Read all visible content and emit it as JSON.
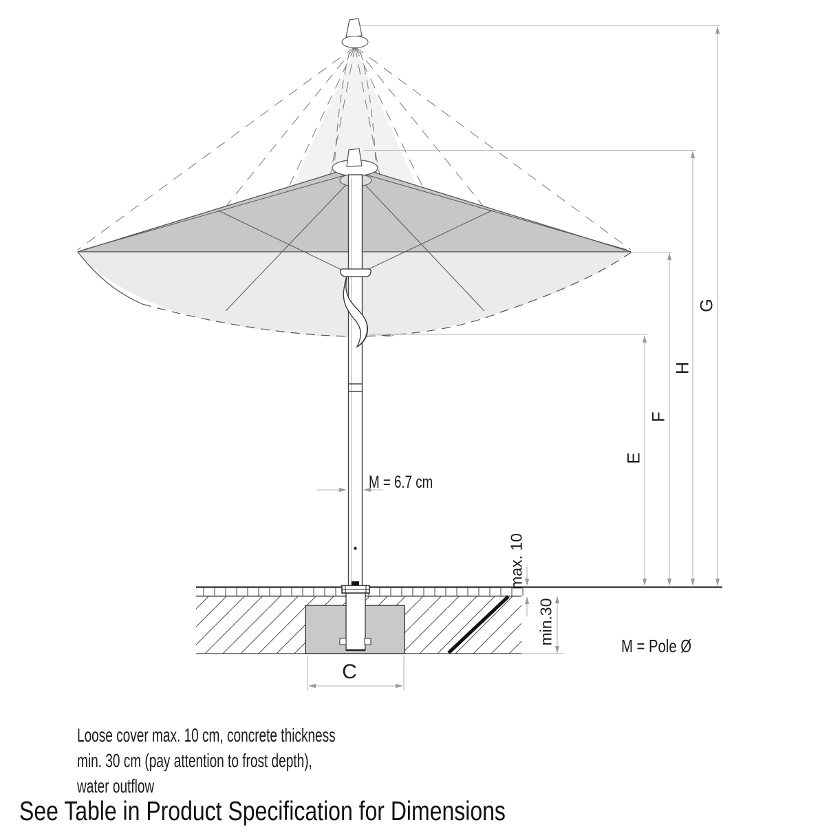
{
  "diagram": {
    "dimensions": {
      "G": "G",
      "H": "H",
      "F": "F",
      "E": "E",
      "C": "C"
    },
    "pole_diameter_label": "M = 6.7 cm",
    "loose_cover_label": "max. 10",
    "concrete_label": "min.30",
    "legend_pole": "M = Pole Ø",
    "note_lines": [
      "Loose cover max. 10 cm, concrete thickness",
      "min. 30 cm (pay attention to frost depth),",
      "water outflow"
    ],
    "colors": {
      "canopy_top": "#c7c7c7",
      "canopy_skirt": "#ebebeb",
      "ghost_fill": "#f2f2f2",
      "foundation": "#c9c9c9",
      "outline": "#4a4a4a",
      "dimension_line": "#b5b5b5",
      "thick_marker": "#111111"
    }
  },
  "footer": {
    "text": "See Table in Product Specification for Dimensions"
  }
}
